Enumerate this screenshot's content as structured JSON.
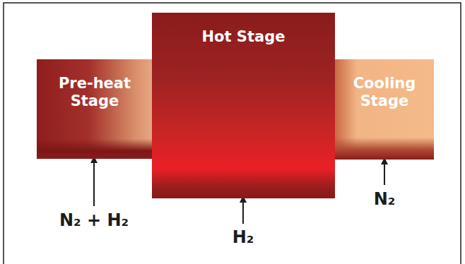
{
  "diagram": {
    "nodes": [
      {
        "text": [
          "Pre-heat Stage"
        ]
      },
      {
        "text": [
          "Hot Stage"
        ]
      },
      {
        "text": [
          "Cooling Stage"
        ]
      }
    ],
    "labels": [
      "N₂ + H₂",
      "H₂",
      "N₂"
    ]
  }
}
